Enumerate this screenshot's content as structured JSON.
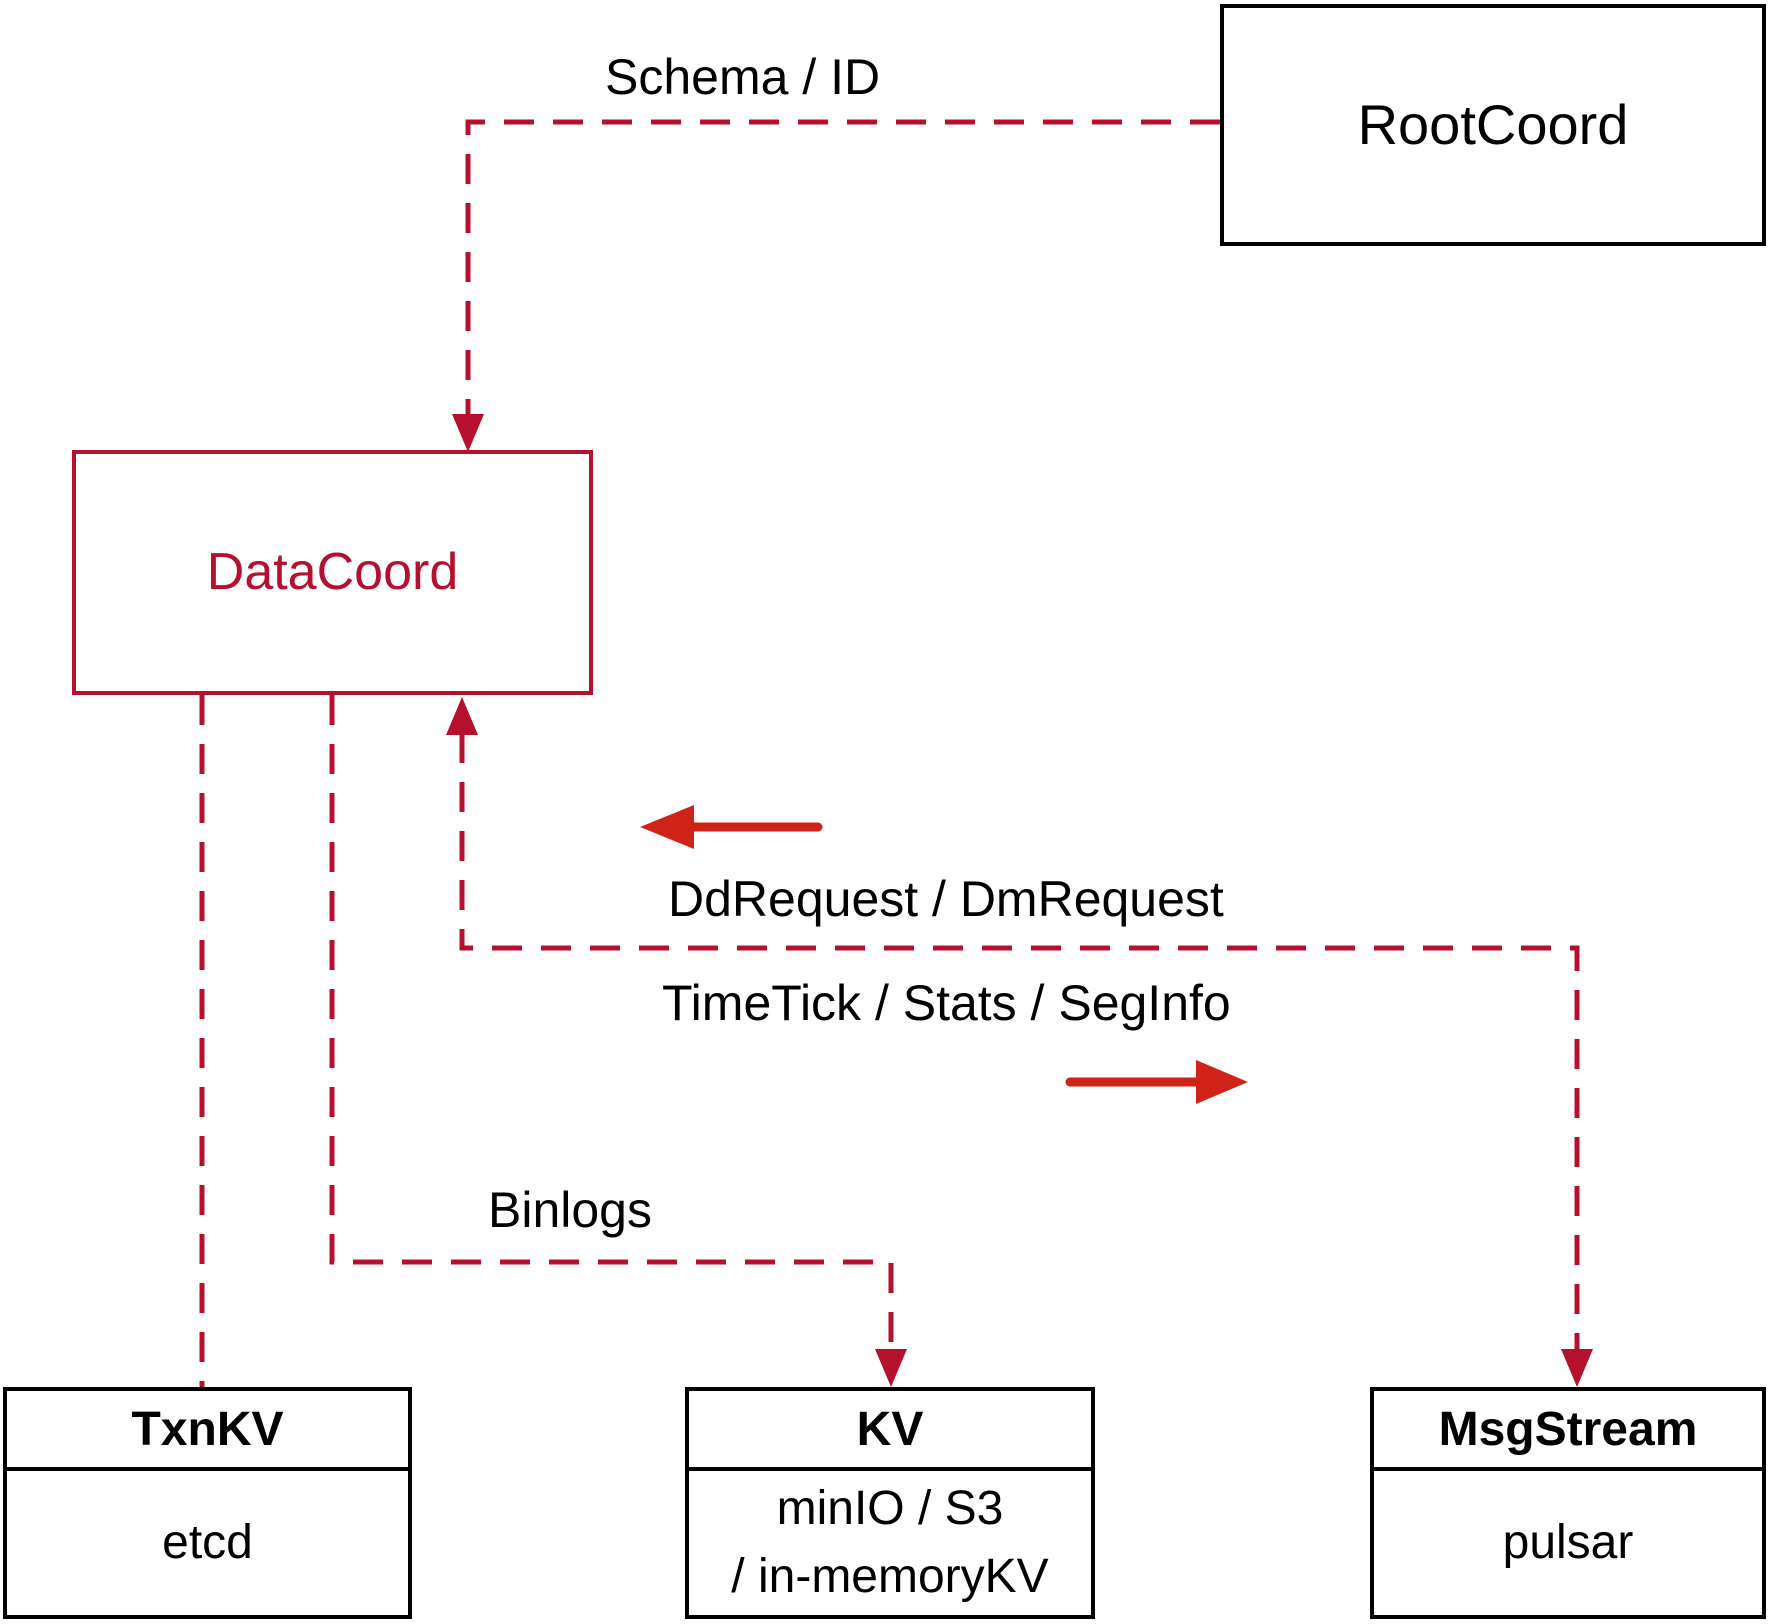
{
  "diagram": {
    "nodes": {
      "rootcoord": {
        "label": "RootCoord"
      },
      "datacoord": {
        "label": "DataCoord"
      },
      "txnkv": {
        "title": "TxnKV",
        "body": "etcd"
      },
      "kv": {
        "title": "KV",
        "body_line1": "minIO / S3",
        "body_line2": "/ in-memoryKV"
      },
      "msgstream": {
        "title": "MsgStream",
        "body": "pulsar"
      }
    },
    "edge_labels": {
      "schema_id": "Schema / ID",
      "dd_dm_request": "DdRequest / DmRequest",
      "timetick_stats_seginfo": "TimeTick / Stats / SegInfo",
      "binlogs": "Binlogs"
    },
    "colors": {
      "dashed_line": "#b5102d",
      "solid_arrow": "#cf2318",
      "box_border": "#000000",
      "text": "#000000",
      "background": "#ffffff"
    }
  }
}
